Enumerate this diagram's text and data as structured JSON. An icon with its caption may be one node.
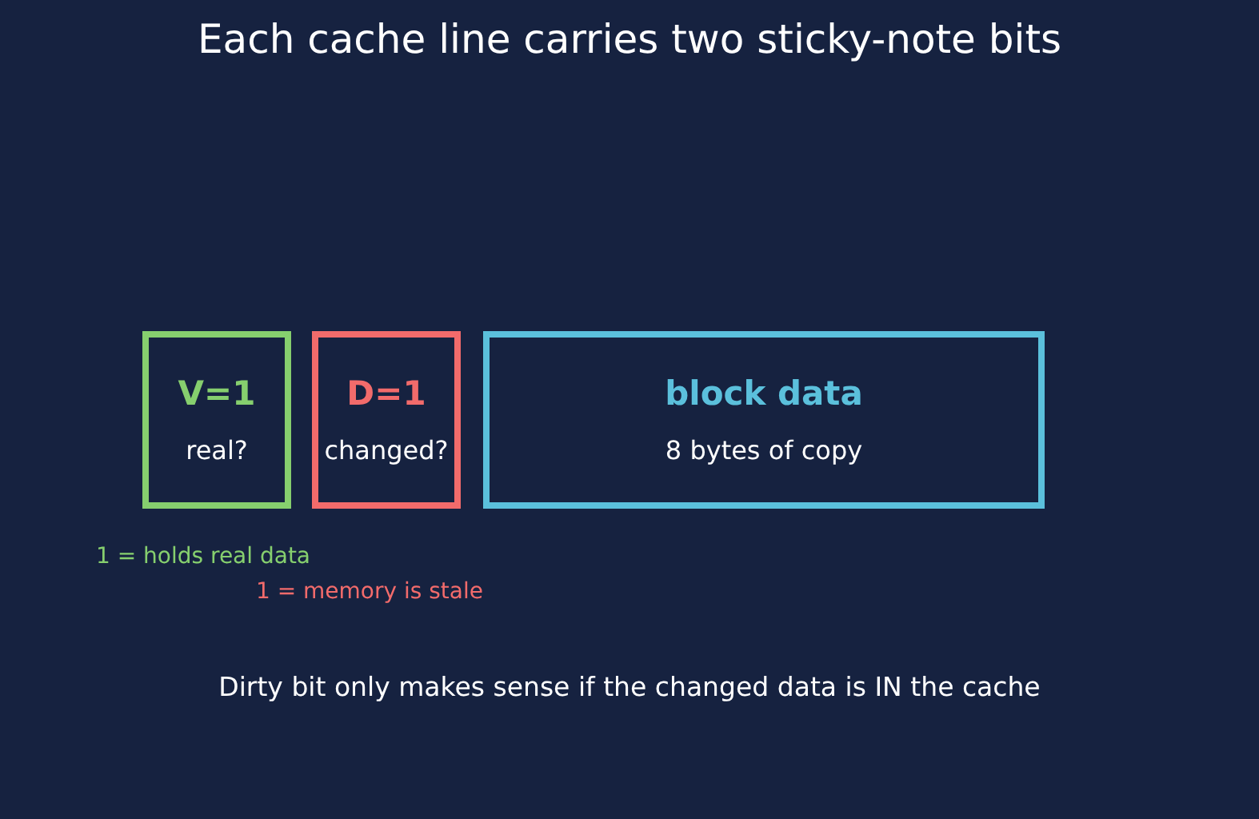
{
  "diagram": {
    "title": "Each cache line carries two sticky-note bits",
    "nodes": [
      {
        "text": [
          "V=1",
          "real?"
        ]
      },
      {
        "text": [
          "D=1",
          "changed?"
        ]
      },
      {
        "text": [
          "block data",
          "8 bytes of copy"
        ]
      }
    ],
    "labels": [
      "1 = holds real data",
      "1 = memory is stale",
      "Dirty bit only makes sense if the changed data is IN the cache"
    ]
  }
}
